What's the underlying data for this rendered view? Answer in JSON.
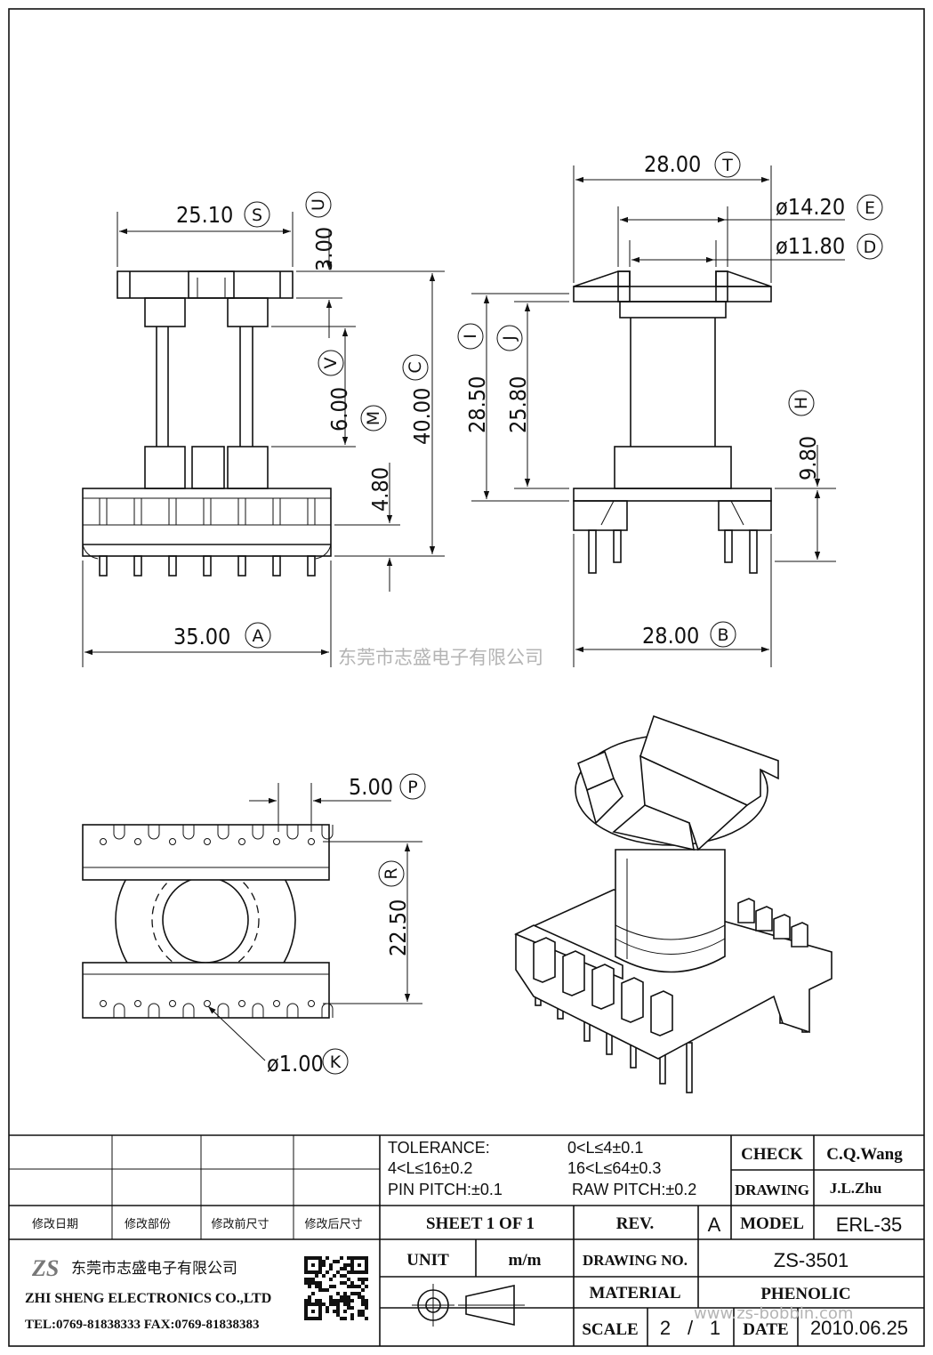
{
  "watermark": {
    "company": "东莞市志盛电子有限公司",
    "site": "www.zs-bobbin.com"
  },
  "front_view": {
    "top_width": {
      "value": "25.10",
      "tag": "S"
    },
    "flange_height": {
      "value": "3.00",
      "tag": "U"
    },
    "gap_v": {
      "value": "6.00",
      "tag": "V"
    },
    "height_m": {
      "value": "4.80",
      "tag": "M"
    },
    "total_height": {
      "value": "40.00",
      "tag": "C"
    },
    "base_width": {
      "value": "35.00",
      "tag": "A"
    }
  },
  "side_view": {
    "top_width": {
      "value": "28.00",
      "tag": "T"
    },
    "outer_dia": {
      "value": "ø14.20",
      "tag": "E"
    },
    "inner_dia": {
      "value": "ø11.80",
      "tag": "D"
    },
    "height_i": {
      "value": "28.50",
      "tag": "I"
    },
    "height_j": {
      "value": "25.80",
      "tag": "J"
    },
    "pin_height": {
      "value": "9.80",
      "tag": "H"
    },
    "base_width": {
      "value": "28.00",
      "tag": "B"
    }
  },
  "bottom_view": {
    "pitch": {
      "value": "5.00",
      "tag": "P"
    },
    "row_spacing": {
      "value": "22.50",
      "tag": "R"
    },
    "pin_dia": {
      "value": "ø1.00",
      "tag": "K"
    }
  },
  "title_block": {
    "tolerance": {
      "label": "TOLERANCE:",
      "range1": "0<L≤4±0.1",
      "range2": "4<L≤16±0.2",
      "range3": "16<L≤64±0.3",
      "pin_pitch": "PIN PITCH:±0.1",
      "raw_pitch": "RAW PITCH:±0.2"
    },
    "revision_headers": [
      "修改日期",
      "修改部份",
      "修改前尺寸",
      "修改后尺寸"
    ],
    "check_label": "CHECK",
    "check_value": "C.Q.Wang",
    "drawing_label": "DRAWING",
    "drawing_value": "J.L.Zhu",
    "sheet": "SHEET  1  OF  1",
    "rev_label": "REV.",
    "rev_value": "A",
    "model_label": "MODEL",
    "model_value": "ERL-35",
    "unit_label": "UNIT",
    "unit_value": "m/m",
    "drawing_no_label": "DRAWING  NO.",
    "drawing_no_value": "ZS-3501",
    "material_label": "MATERIAL",
    "material_value": "PHENOLIC",
    "scale_label": "SCALE",
    "scale_num": "2",
    "scale_sep": "/",
    "scale_den": "1",
    "date_label": "DATE",
    "date_value": "2010.06.25",
    "company_logo": "ZS",
    "company_cn": "东莞市志盛电子有限公司",
    "company_en": "ZHI SHENG  ELECTRONICS CO.,LTD",
    "company_contact": "TEL:0769-81838333 FAX:0769-81838383"
  }
}
